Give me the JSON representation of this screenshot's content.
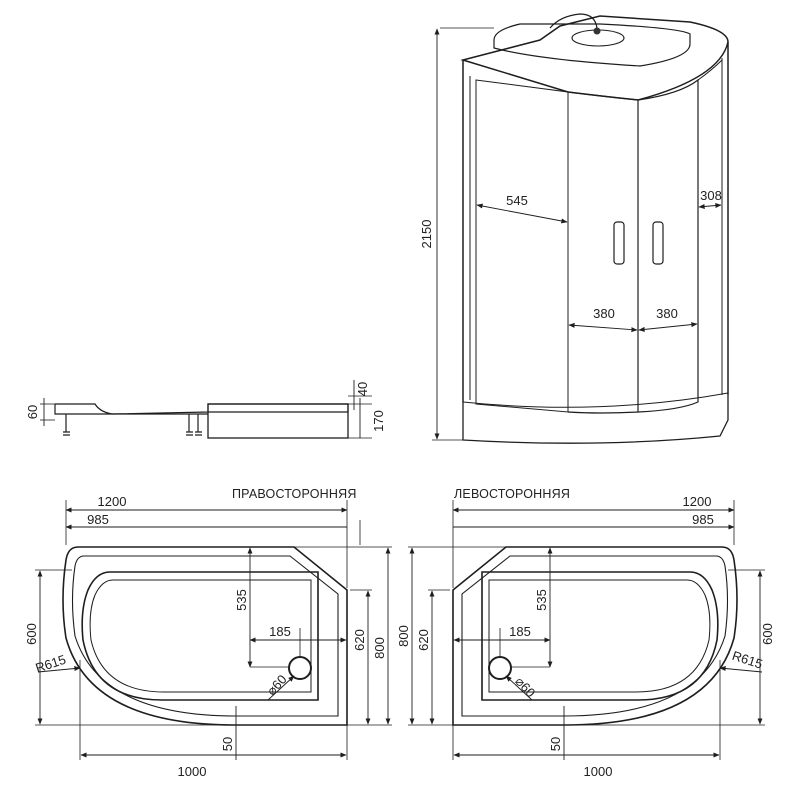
{
  "captions": {
    "right_hand": "ПРАВОСТОРОННЯЯ",
    "left_hand": "ЛЕВОСТОРОННЯЯ"
  },
  "cabin": {
    "height": "2150",
    "side_panel_width": "545",
    "side_glass_width": "308",
    "door_left_width": "380",
    "door_right_width": "380"
  },
  "tray_side": {
    "tray_height": "60",
    "step_height": "40",
    "total_height": "170"
  },
  "plan_right": {
    "length": "1200",
    "inner_length": "985",
    "depth_total": "800",
    "depth_inner": "620",
    "depth_left": "600",
    "radius": "R615",
    "drain_from_top": "535",
    "drain_from_side": "185",
    "drain_diameter": "⌀60",
    "drain_from_front": "50",
    "base_length": "1000"
  },
  "plan_left": {
    "length": "1200",
    "inner_length": "985",
    "depth_total": "800",
    "depth_inner": "620",
    "depth_right": "600",
    "radius": "R615",
    "drain_from_top": "535",
    "drain_from_side": "185",
    "drain_diameter": "⌀60",
    "drain_from_front": "50",
    "base_length": "1000"
  }
}
